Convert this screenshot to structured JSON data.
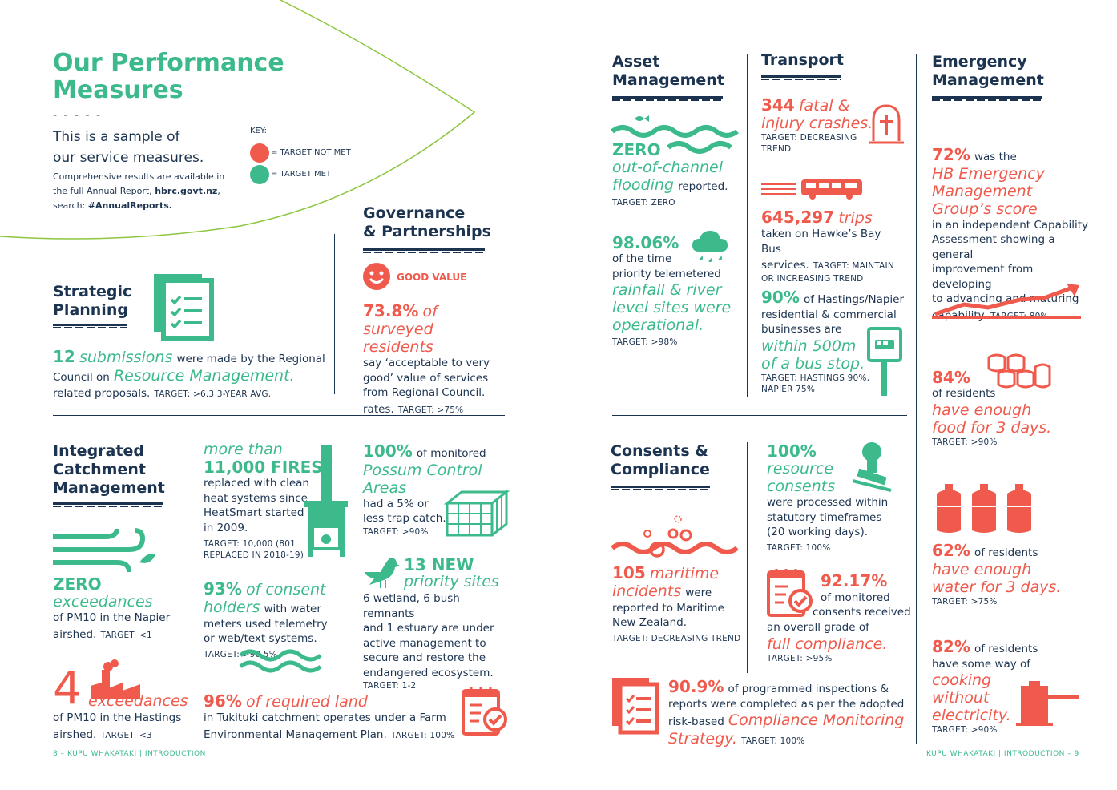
{
  "intro": {
    "title_line1": "Our Performance",
    "title_line2": "Measures",
    "dashes": "- - - - -",
    "sample_line1": "This is a sample of",
    "sample_line2": "our service measures.",
    "comprehensive_line1": "Comprehensive results are available in",
    "comprehensive_line2": "the full Annual Report, ",
    "website": "hbrc.govt.nz",
    "comma": ",",
    "search_prefix": "search: ",
    "search_term": "#AnnualReports."
  },
  "key": {
    "label": "KEY:",
    "not_met": "= TARGET NOT MET",
    "met": "= TARGET MET",
    "colors": {
      "not_met": "#ef5a4c",
      "met": "#3dba8c"
    }
  },
  "strategic_planning": {
    "title_line1": "Strategic",
    "title_line2": "Planning",
    "icon": "checklist-icon",
    "num": "12",
    "hl1": "submissions",
    "t1": "were made by the Regional",
    "t2": "Council on",
    "hl2": "Resource Management.",
    "t3": "related proposals.",
    "target": "TARGET: >6.3 3-YEAR AVG."
  },
  "governance": {
    "title_line1": "Governance",
    "title_line2": "& Partnerships",
    "icon": "smiley-icon",
    "good_value": "GOOD VALUE",
    "num": "73.8%",
    "hl1": "of",
    "hl2": "surveyed residents",
    "t1": "say ‘acceptable to very",
    "t2": "good’ value of services",
    "t3": "from Regional Council.",
    "t4": "rates.",
    "target": "TARGET: >75%"
  },
  "catchment": {
    "title_line1": "Integrated",
    "title_line2": "Catchment",
    "title_line3": "Management",
    "zero": "ZERO",
    "zero_hl": "exceedances",
    "zero_t1": "of PM10 in the Napier",
    "zero_t2": "airshed.",
    "zero_target": "TARGET: <1",
    "four": "4",
    "four_hl": "exceedances",
    "four_t1": "of PM10 in the Hastings",
    "four_t2": "airshed.",
    "four_target": "TARGET: <3",
    "fires_hl": "more than",
    "fires_num": "11,000 FIRES",
    "fires_t1": "replaced with clean",
    "fires_t2": "heat systems since",
    "fires_t3": "HeatSmart started",
    "fires_t4": "in 2009.",
    "fires_target1": "TARGET: 10,000 (801",
    "fires_target2": "REPLACED IN 2018-19)",
    "consent_num": "93%",
    "consent_hl1": "of consent",
    "consent_hl2": "holders",
    "consent_t1": "with water",
    "consent_t2": "meters used telemetry",
    "consent_t3": "or web/text systems.",
    "consent_target": "TARGET: >90.5%",
    "possum_num": "100%",
    "possum_t0": "of monitored",
    "possum_hl1": "Possum Control",
    "possum_hl2": "Areas",
    "possum_t1": "had a 5% or",
    "possum_t2": "less trap catch.",
    "possum_target": "TARGET: >90%",
    "sites_num": "13 NEW",
    "sites_hl": "priority sites",
    "sites_t1": "6 wetland, 6 bush remnants",
    "sites_t2": "and 1 estuary are under",
    "sites_t3": "active management to",
    "sites_t4": "secure and restore the",
    "sites_t5": "endangered ecosystem.",
    "sites_target": "TARGET: 1-2",
    "land_num": "96%",
    "land_hl": "of required land",
    "land_t1": "in Tukituki catchment operates under a Farm",
    "land_t2": "Environmental Management Plan.",
    "land_target": "TARGET: 100%"
  },
  "asset": {
    "title_line1": "Asset",
    "title_line2": "Management",
    "zero": "ZERO",
    "hl1": "out-of-channel",
    "hl2": "flooding",
    "t1": "reported.",
    "target1": "TARGET: ZERO",
    "num2": "98.06%",
    "t2": "of the time",
    "t3": "priority telemetered",
    "hl3": "rainfall & river",
    "hl4": "level sites were",
    "hl5": "operational.",
    "target2": "TARGET: >98%"
  },
  "transport": {
    "title": "Transport",
    "num1": "344",
    "hl1": "fatal &",
    "hl2": "injury crashes.",
    "target1a": "TARGET: DECREASING",
    "target1b": "TREND",
    "num2": "645,297",
    "hl3": "trips",
    "t1": "taken on Hawke’s Bay Bus",
    "t2": "services.",
    "target2a": "TARGET: MAINTAIN",
    "target2b": "OR INCREASING TREND",
    "num3": "90%",
    "t3": "of Hastings/Napier",
    "t4": "residential & commercial",
    "t5": "businesses are",
    "hl4": "within 500m",
    "hl5": "of a bus stop.",
    "target3a": "TARGET: HASTINGS 90%,",
    "target3b": "NAPIER 75%"
  },
  "emergency": {
    "title_line1": "Emergency",
    "title_line2": "Management",
    "num1": "72%",
    "t1": "was the",
    "hl1": "HB Emergency",
    "hl2": "Management",
    "hl3": "Group’s score",
    "t2": "in an independent Capability",
    "t3": "Assessment showing a general",
    "t4": "improvement from developing",
    "t5": "to advancing and maturing",
    "t6": "capability.",
    "target1": "TARGET: 80%",
    "num2": "84%",
    "t7": "of residents",
    "hl4": "have enough",
    "hl5": "food for 3 days.",
    "target2": "TARGET: >90%",
    "num3": "62%",
    "t8": "of residents",
    "hl6": "have enough",
    "hl7": "water for 3 days.",
    "target3": "TARGET: >75%",
    "num4": "82%",
    "t9": "of residents",
    "t10": "have some way of",
    "hl8": "cooking",
    "hl9": "without",
    "hl10": "electricity.",
    "target4": "TARGET: >90%"
  },
  "consents": {
    "title_line1": "Consents &",
    "title_line2": "Compliance",
    "num1": "105",
    "hl1": "maritime",
    "hl2": "incidents",
    "t1": "were",
    "t2": "reported to Maritime",
    "t3": "New Zealand.",
    "target1": "TARGET: DECREASING TREND",
    "num2": "100%",
    "hl3": "resource",
    "hl4": "consents",
    "t4": "were processed within",
    "t5": "statutory timeframes",
    "t6": "(20 working days).",
    "target2": "TARGET: 100%",
    "num3": "92.17%",
    "t7": "of monitored",
    "t8": "consents received",
    "t9": "an overall grade of",
    "hl5": "full compliance.",
    "target3": "TARGET: >95%",
    "num4": "90.9%",
    "t10": "of programmed inspections &",
    "t11": "reports were completed as per the adopted",
    "t12": "risk-based",
    "hl6": "Compliance Monitoring",
    "hl7": "Strategy.",
    "target4": "TARGET: 100%"
  },
  "footer": {
    "left": "8 – KUPU WHAKATAKI | INTRODUCTION",
    "right": "KUPU WHAKATAKI | INTRODUCTION – 9"
  }
}
